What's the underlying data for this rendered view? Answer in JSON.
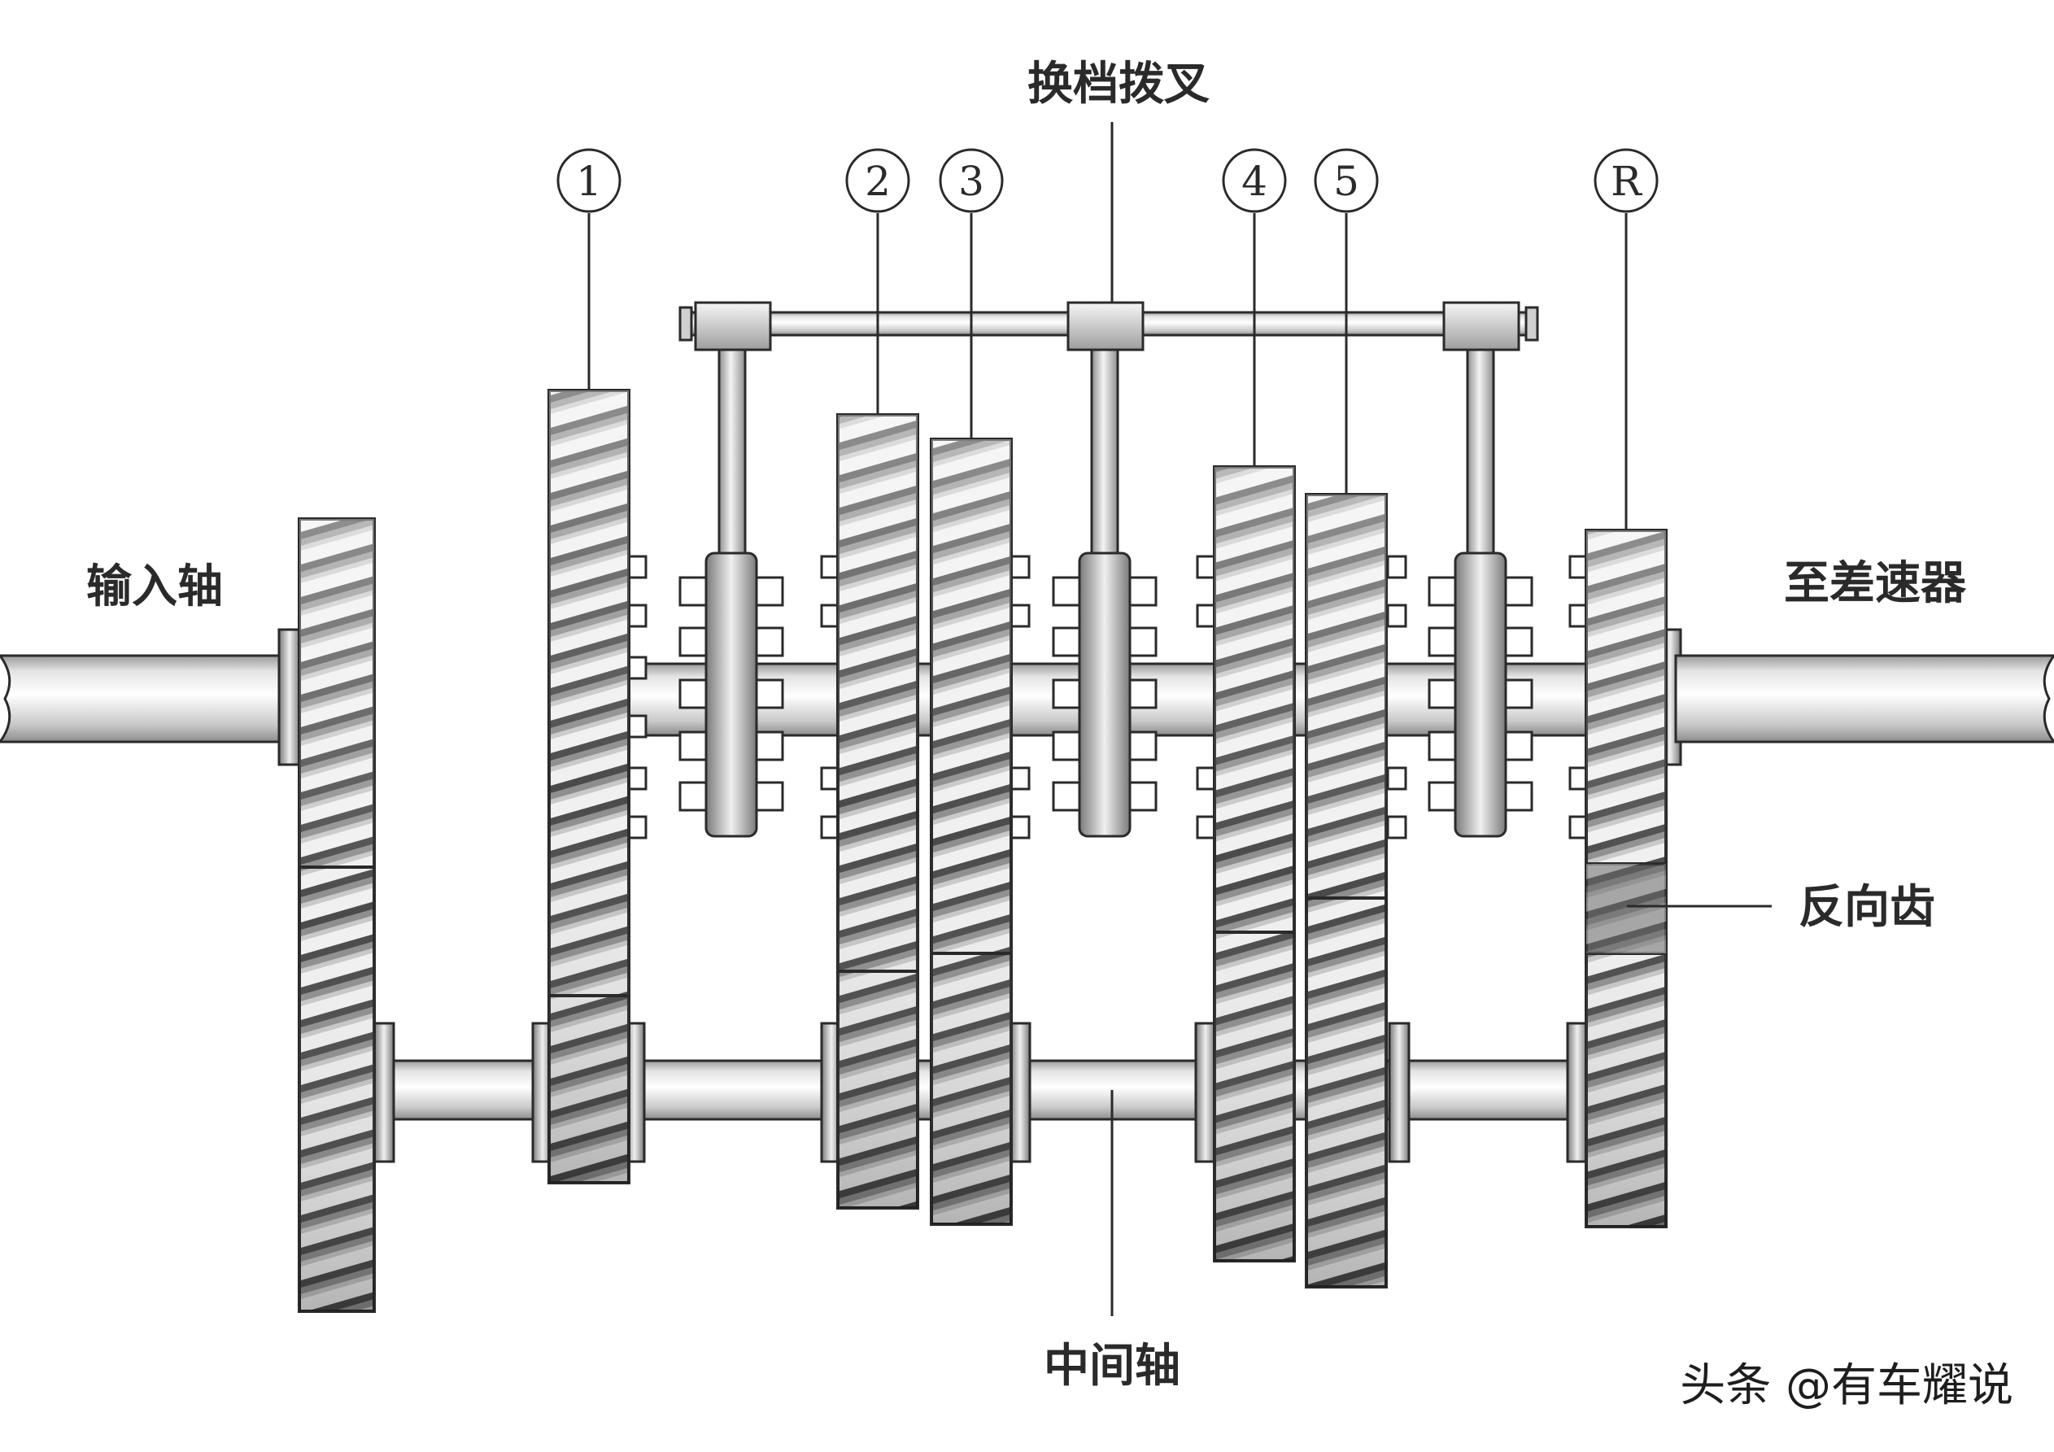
{
  "labels": {
    "shift_fork": "换档拨叉",
    "input_shaft": "输入轴",
    "to_differential": "至差速器",
    "reverse_gear": "反向齿",
    "countershaft": "中间轴"
  },
  "gear_markers": [
    "1",
    "2",
    "3",
    "4",
    "5",
    "R"
  ],
  "watermark": "头条 @有车耀说",
  "colors": {
    "background": "#ffffff",
    "outline": "#2a2a2a",
    "gear_dark": "#3e3e3e",
    "gear_light": "#efefef",
    "shaft_fill": "#d8d8d8"
  }
}
